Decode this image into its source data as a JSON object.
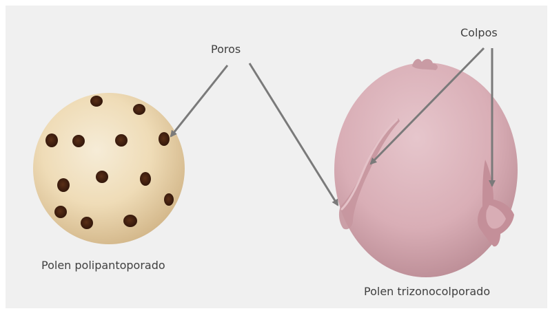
{
  "labels": {
    "pores": "Poros",
    "colpi": "Colpos",
    "left_grain": "Polen polipantoporado",
    "right_grain": "Polen trizonocolporado"
  },
  "colors": {
    "panel_background": "#f0f0f0",
    "polipantoporado_fill": "#f2dcb4",
    "pore_color": "#4a2410",
    "trizonocolporado_fill": "#d9a9b3",
    "arrow_color": "#7a7a7a",
    "text_color": "#3f3f3f"
  }
}
